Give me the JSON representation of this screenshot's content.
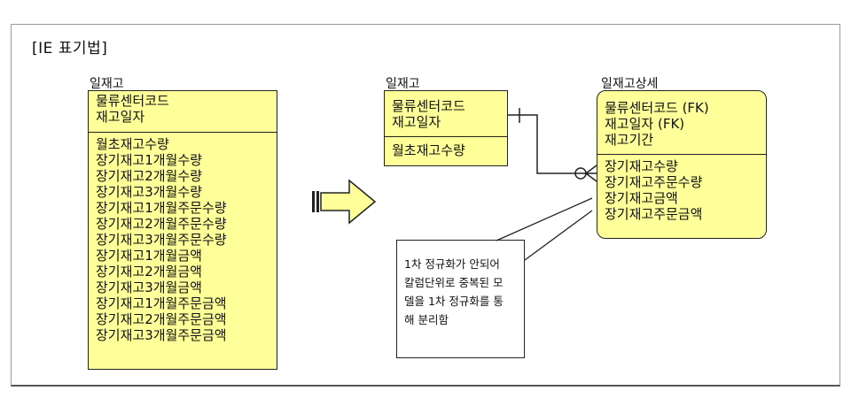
{
  "title": "[IE 표기법]",
  "entities": [
    {
      "name": "일재고",
      "keys": [
        "물류센터코드",
        "재고일자"
      ],
      "attributes": [
        "월초재고수량",
        "장기재고1개월수량",
        "장기재고2개월수량",
        "장기재고3개월수량",
        "장기재고1개월주문수량",
        "장기재고2개월주문수량",
        "장기재고3개월주문수량",
        "장기재고1개월금액",
        "장기재고2개월금액",
        "장기재고3개월금액",
        "장기재고1개월주문금액",
        "장기재고2개월주문금액",
        "장기재고3개월주문금액"
      ]
    },
    {
      "name": "일재고",
      "keys": [
        "물류센터코드",
        "재고일자"
      ],
      "attributes": [
        "월초재고수량"
      ]
    },
    {
      "name": "일재고상세",
      "keys": [
        "물류센터코드 (FK)",
        "재고일자 (FK)",
        "재고기간"
      ],
      "attributes": [
        "장기재고수량",
        "장기재고주문수량",
        "장기재고금액",
        "장기재고주문금액"
      ]
    }
  ],
  "note": [
    "1차 정규화가 안되어",
    "칼럼단위로 중복된 모",
    "델을 1차 정규화를 통",
    "해 분리함"
  ],
  "colors": {
    "entity_fill": "#ffff99",
    "arrow_fill": "#ffff99",
    "stroke": "#222222"
  }
}
